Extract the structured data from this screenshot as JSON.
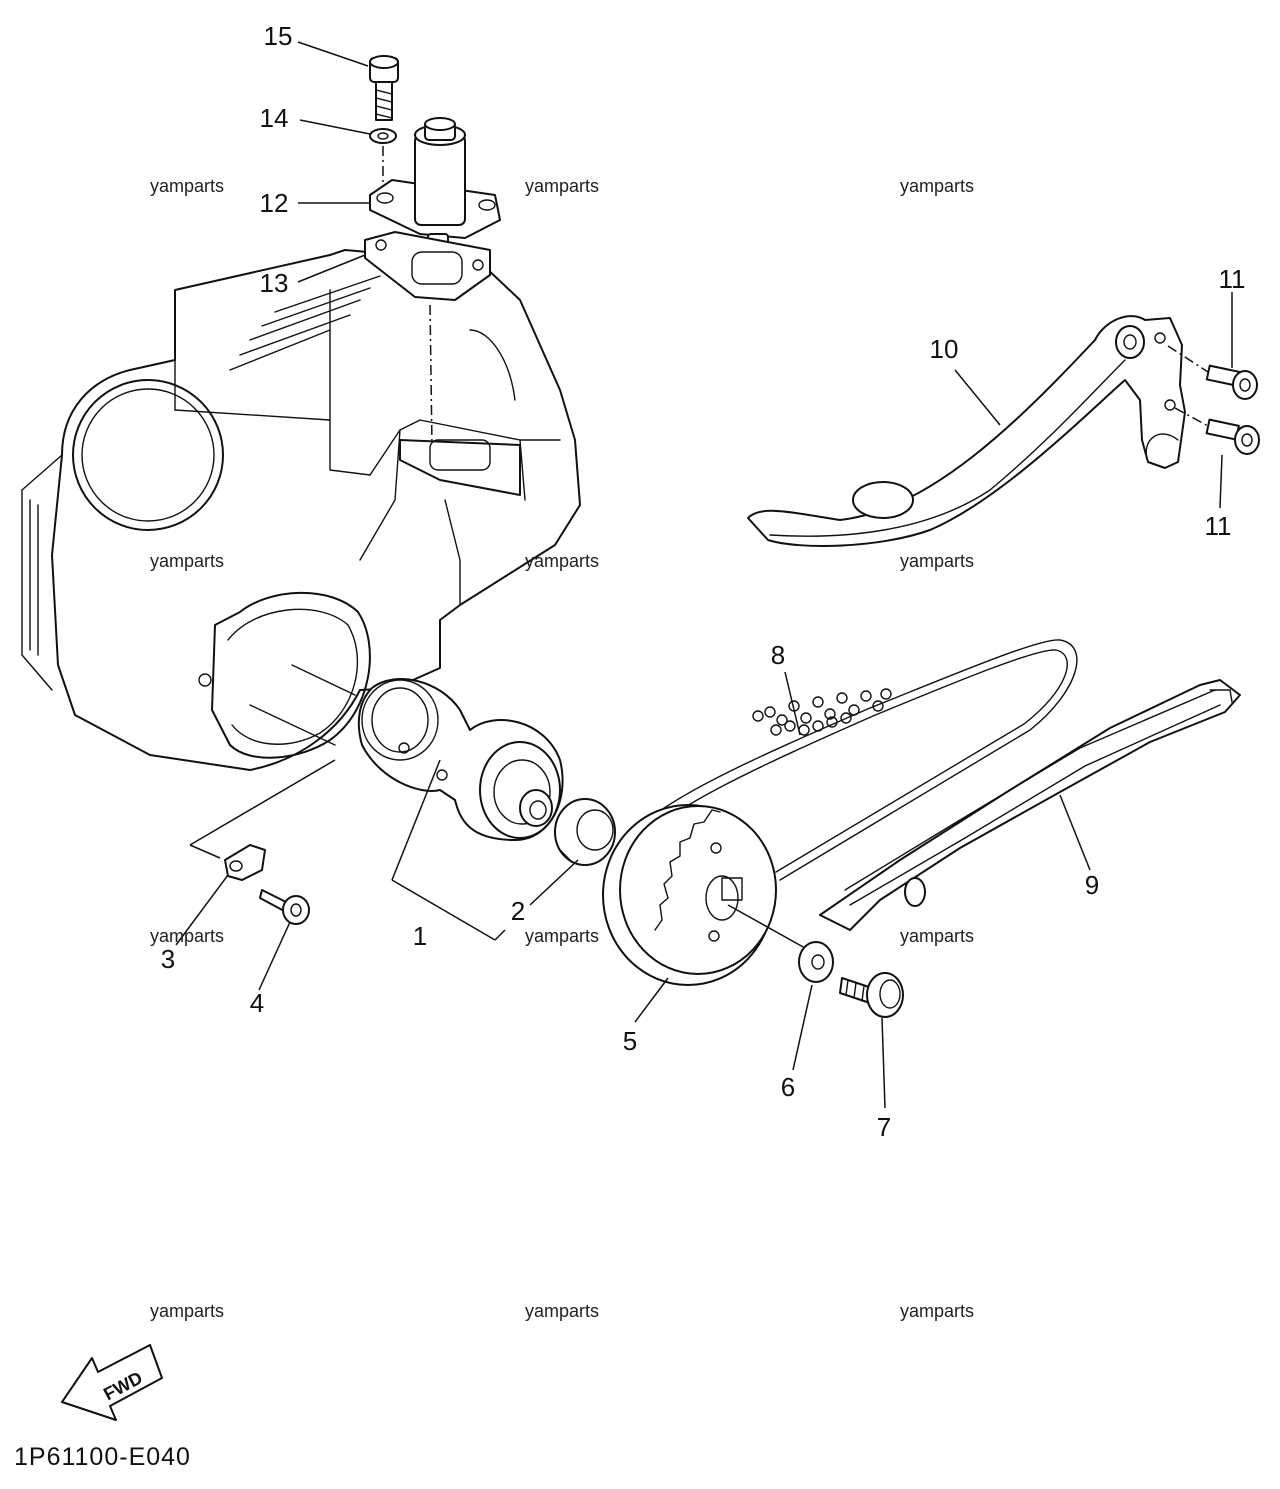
{
  "callouts": [
    {
      "id": "1",
      "text": "1"
    },
    {
      "id": "2",
      "text": "2"
    },
    {
      "id": "3",
      "text": "3"
    },
    {
      "id": "4",
      "text": "4"
    },
    {
      "id": "5",
      "text": "5"
    },
    {
      "id": "6",
      "text": "6"
    },
    {
      "id": "7",
      "text": "7"
    },
    {
      "id": "8",
      "text": "8"
    },
    {
      "id": "9",
      "text": "9"
    },
    {
      "id": "10",
      "text": "10"
    },
    {
      "id": "11a",
      "text": "11"
    },
    {
      "id": "11b",
      "text": "11"
    },
    {
      "id": "12",
      "text": "12"
    },
    {
      "id": "13",
      "text": "13"
    },
    {
      "id": "14",
      "text": "14"
    },
    {
      "id": "15",
      "text": "15"
    }
  ],
  "watermark": "yamparts",
  "arrow_label": "FWD",
  "diagram_code": "1P61100-E040"
}
